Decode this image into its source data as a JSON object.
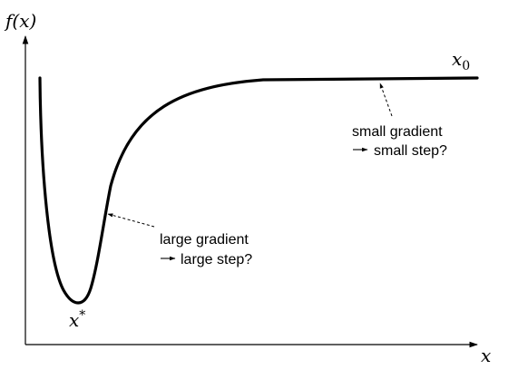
{
  "labels": {
    "y_axis": "f(x)",
    "x_axis": "x",
    "start_point": "x",
    "start_point_subscript": "0",
    "minimum": "x",
    "minimum_superscript": "*"
  },
  "annotations": {
    "small": {
      "line1": "small gradient",
      "line2": "small step?"
    },
    "large": {
      "line1": "large gradient",
      "line2": "large step?"
    }
  },
  "colors": {
    "ink": "#000000",
    "background": "#ffffff"
  }
}
